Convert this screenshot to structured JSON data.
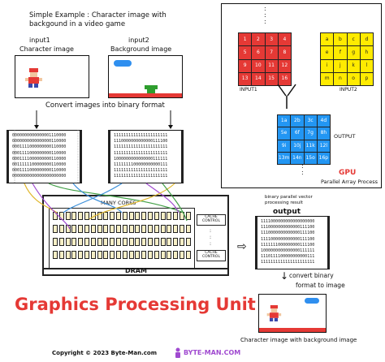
{
  "intro": {
    "line1": "Simple Example : Character image with",
    "line2": "backgound in a video game"
  },
  "input1": {
    "tag": "input1",
    "label": "Character image"
  },
  "input2": {
    "tag": "input2",
    "label": "Background image"
  },
  "convert_caption": "Convert images into binary format",
  "bits_rows": [
    "0000000000000001110000",
    "0000000000000000110000",
    "0001111000000000110000",
    "0001111000000000110000",
    "0001111000000000110000",
    "0011111100000000110000",
    "0001111000000000110000",
    "0000000000000000000000"
  ],
  "bits_rows_2": [
    "1111111111111111111111",
    "1110000000000000111100",
    "1111111111111111111111",
    "1111111111111111111111",
    "1000000000000000111111",
    "1111111100000000000111",
    "1111111111111111111111",
    "1111111111111111111111"
  ],
  "gpu": {
    "title": "GPU",
    "subtitle": "Parallel Array Process",
    "input1_label": "INPUT1",
    "input2_label": "INPUT2",
    "output_label": "OUTPUT",
    "dots": ":",
    "input1_cells": [
      "1",
      "2",
      "3",
      "4",
      "5",
      "6",
      "7",
      "8",
      "9",
      "10",
      "11",
      "12",
      "13",
      "14",
      "15",
      "16"
    ],
    "input2_cells": [
      "a",
      "b",
      "c",
      "d",
      "e",
      "f",
      "g",
      "h",
      "i",
      "j",
      "k",
      "l",
      "m",
      "n",
      "o",
      "p"
    ],
    "output_cells": [
      "1a",
      "2b",
      "3c",
      "4d",
      "5e",
      "6f",
      "7g",
      "8h",
      "9i",
      "10j",
      "11k",
      "12l",
      "13m",
      "14n",
      "15o",
      "16p"
    ]
  },
  "dram": {
    "cores_title": "MANY CORES",
    "cache_label": "CACHE CONTROL",
    "dram_label": "DRAM"
  },
  "result": {
    "caption1": "binary parallel vector",
    "caption2": "processing result",
    "output_title": "output",
    "rows": [
      "1111000000000000000000",
      "1110000000000000111100",
      "1110000000000000111100",
      "1111000000000000111100",
      "1111111000000000111100",
      "1000000000000000111111",
      "1110111100000000000111",
      "1111111111111111111111"
    ],
    "convert1": "convert binary",
    "convert2": "format to image",
    "final_label": "Character image with background image"
  },
  "headline": "Graphics Processing Unit",
  "footer": {
    "copyright": "Copyright © 2023 Byte-Man.com",
    "logo_text": "BYTE-MAN.COM"
  },
  "colors": {
    "red": "#e53935",
    "yellow": "#ffeb00",
    "blue": "#2296f3",
    "headline": "#e53935",
    "ground": "#e53935",
    "pipe": "#2e9e2e",
    "cloud": "#2f8fef",
    "line_gold": "#e0b72c",
    "line_blue": "#3b8fd9",
    "line_green": "#43a047",
    "line_purple": "#a04ad0"
  }
}
